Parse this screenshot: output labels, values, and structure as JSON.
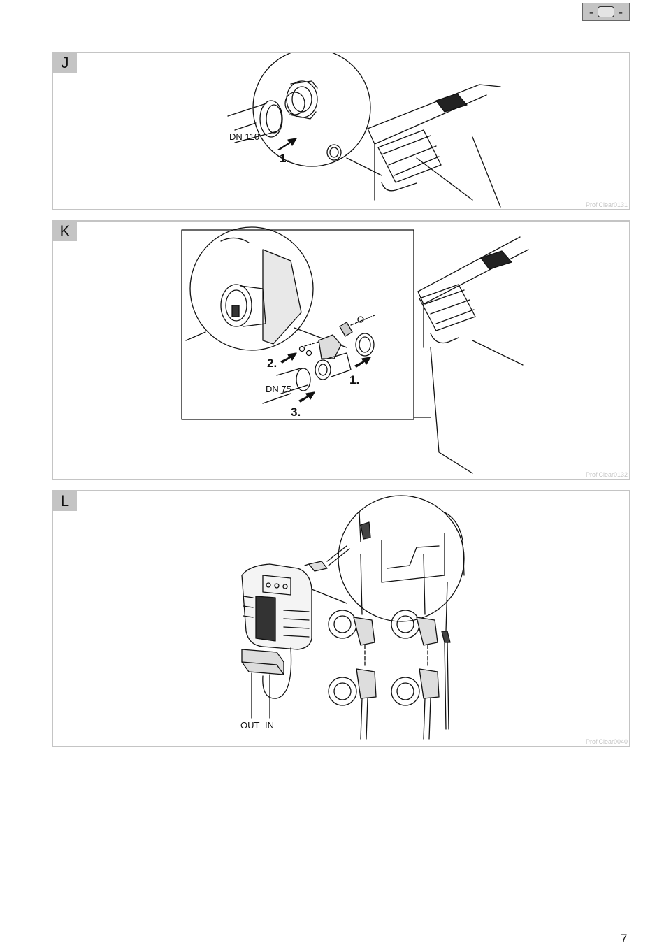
{
  "language_badge": {
    "left_mark": "-",
    "right_mark": "-",
    "icon": "language-flag-icon"
  },
  "panels": {
    "j": {
      "letter": "J",
      "code": "ProfiClear0131",
      "labels": {
        "pipe": "DN 110",
        "step1": "1."
      }
    },
    "k": {
      "letter": "K",
      "code": "ProfiClear0132",
      "labels": {
        "pipe": "DN 75",
        "step1": "1.",
        "step2": "2.",
        "step3": "3."
      }
    },
    "l": {
      "letter": "L",
      "code": "ProfiClear0040",
      "labels": {
        "out": "OUT",
        "in": "IN"
      }
    }
  },
  "page_number": "7"
}
